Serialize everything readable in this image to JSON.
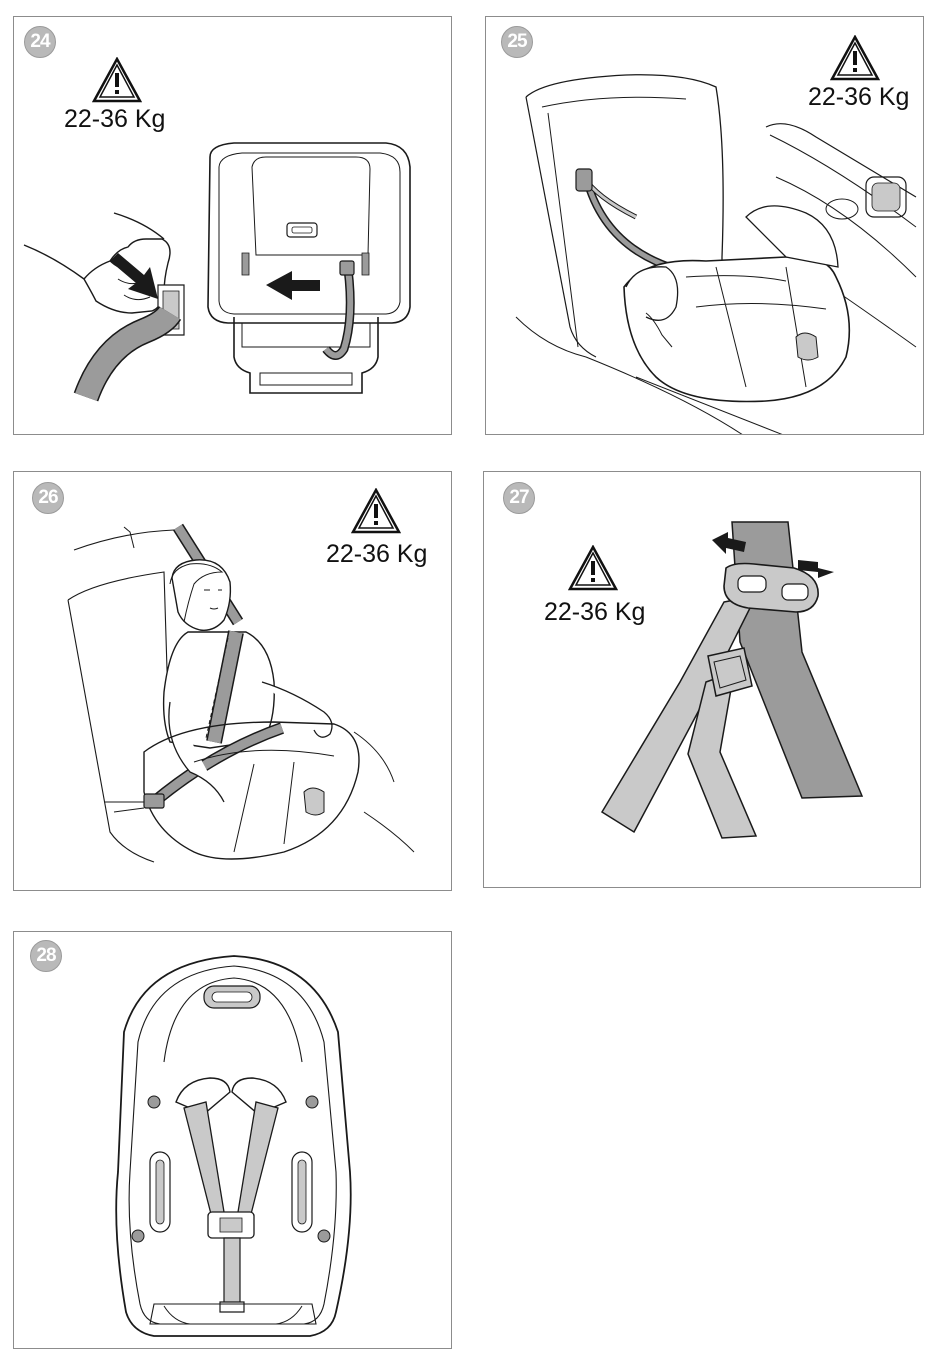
{
  "panels": [
    {
      "number": "24",
      "weight": "22-36 Kg"
    },
    {
      "number": "25",
      "weight": "22-36 Kg"
    },
    {
      "number": "26",
      "weight": "22-36 Kg"
    },
    {
      "number": "27",
      "weight": "22-36 Kg"
    },
    {
      "number": "28"
    }
  ],
  "icons": {
    "warning": "warning-triangle-icon",
    "arrow": "direction-arrow-icon"
  },
  "colors": {
    "belt": "#9b9b9b",
    "belt_light": "#c9c9c9",
    "line": "#1a1a1a",
    "badge": "#b9b9b9",
    "frame": "#8c8c8c"
  }
}
